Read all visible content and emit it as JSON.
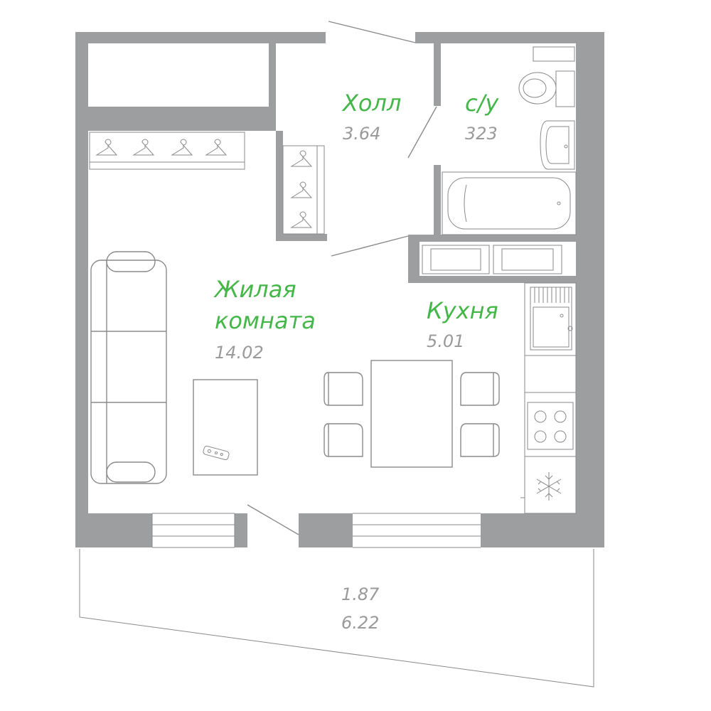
{
  "rooms": {
    "hall": {
      "name": "Холл",
      "area": "3.64"
    },
    "bathroom": {
      "name": "с/у",
      "area": "323"
    },
    "living": {
      "name_line1": "Жилая",
      "name_line2": "комната",
      "area": "14.02"
    },
    "kitchen": {
      "name": "Кухня",
      "area": "5.01"
    },
    "balcony": {
      "area_line1": "1.87",
      "area_line2": "6.22"
    }
  },
  "colors": {
    "wall": "#9d9e9f",
    "room_label": "#45b649",
    "area_label": "#9a9a9a",
    "furniture_line": "#8a8a8a"
  },
  "icons": [
    "hanger-icon",
    "toilet-icon",
    "sink-icon",
    "bathtub-icon",
    "stove-icon",
    "snowflake-icon",
    "remote-icon"
  ]
}
